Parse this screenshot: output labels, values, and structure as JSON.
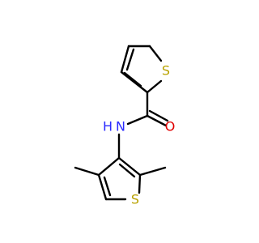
{
  "molecule": {
    "atoms": [
      {
        "id": "s_thiophene",
        "symbol": "S",
        "color": "#b8a200"
      },
      {
        "id": "o_carbonyl",
        "symbol": "O",
        "color": "#e00000"
      },
      {
        "id": "n_amide",
        "symbol": "N",
        "color": "#2b2bff"
      },
      {
        "id": "h_amide",
        "symbol": "H",
        "color": "#2b2bff"
      },
      {
        "id": "s_dimethylthiophene",
        "symbol": "S",
        "color": "#b8a200"
      }
    ],
    "bond_color": "#000000"
  }
}
